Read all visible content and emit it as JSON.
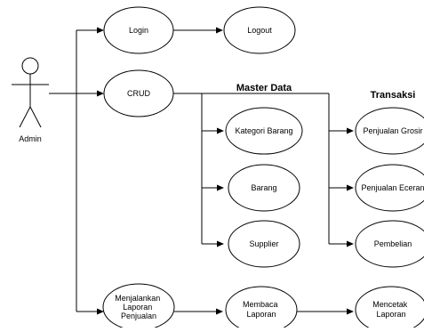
{
  "actor": {
    "label": "Admin"
  },
  "section_headers": {
    "master_data": "Master Data",
    "transaksi": "Transaksi"
  },
  "use_cases": {
    "login": [
      "Login"
    ],
    "logout": [
      "Logout"
    ],
    "crud": [
      "CRUD"
    ],
    "kategori_barang": [
      "Kategori Barang"
    ],
    "barang": [
      "Barang"
    ],
    "supplier": [
      "Supplier"
    ],
    "penjualan_grosir": [
      "Penjualan Grosir"
    ],
    "penjualan_eceran": [
      "Penjualan Eceran"
    ],
    "pembelian": [
      "Pembelian"
    ],
    "menjalankan_laporan": [
      "Menjalankan",
      "Laporan",
      "Penjualan"
    ],
    "membaca_laporan": [
      "Membaca",
      "Laporan"
    ],
    "mencetak_laporan": [
      "Mencetak",
      "Laporan"
    ]
  }
}
